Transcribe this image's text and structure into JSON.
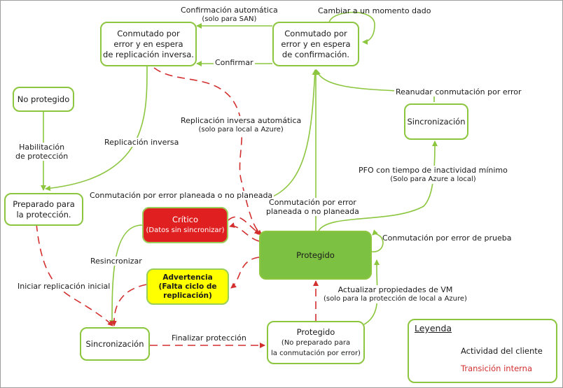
{
  "nodes": {
    "failed_over_reverse": {
      "line1": "Conmutado por",
      "line2": "error y en espera",
      "line3": "de replicación inversa."
    },
    "failed_over_commit": {
      "line1": "Conmutado por",
      "line2": "error y en espera",
      "line3": "de confirmación."
    },
    "not_protected": {
      "line1": "No protegido"
    },
    "sync_top": {
      "line1": "Sincronización"
    },
    "ready_for_protection": {
      "line1": "Preparado para",
      "line2": "la protección."
    },
    "critical": {
      "line1": "Crítico",
      "line2": "(Datos sin sincronizar)"
    },
    "warning": {
      "line1": "Advertencia",
      "line2": "(Falta ciclo de",
      "line3": "replicación)"
    },
    "protected": {
      "line1": "Protegido"
    },
    "sync_bottom": {
      "line1": "Sincronización"
    },
    "protected_not_ready": {
      "line1": "Protegido",
      "line2": "(No preparado para",
      "line3": "la conmutación por error)"
    }
  },
  "labels": {
    "auto_commit": {
      "line1": "Confirmación automática",
      "line2": "(solo para SAN)"
    },
    "change_anytime": "Cambiar a un momento dado",
    "confirm": "Confirmar",
    "resume_failover": "Reanudar conmutación por error",
    "auto_reverse": {
      "line1": "Replicación inversa automática",
      "line2": "(solo para local a Azure)"
    },
    "enable_protection": {
      "line1": "Habilitación",
      "line2": "de protección"
    },
    "reverse_replication": "Replicación inversa",
    "pfo": {
      "line1": "PFO con tiempo de inactividad mínimo",
      "line2": "(Solo para Azure a local)"
    },
    "planned_failover_left": "Conmutación por error planeada o no planeada",
    "planned_failover_right": {
      "line1": "Conmutación por error",
      "line2": "planeada o no planeada"
    },
    "test_failover": "Conmutación por error de prueba",
    "resync": "Resincronizar",
    "initial_replication": "Iniciar replicación inicial",
    "update_vm": {
      "line1": "Actualizar propiedades de VM",
      "line2": "(solo para la protección de local a Azure)"
    },
    "finish_protection": "Finalizar protección"
  },
  "legend": {
    "title": "Leyenda",
    "customer_activity": "Actividad del cliente",
    "internal_transition": "Transición interna"
  },
  "colors": {
    "green_line": "#8cc63f",
    "red_dash": "#d32f2f",
    "critical_fill": "#e02020",
    "warning_fill": "#ffff00",
    "protected_fill": "#7dc142"
  }
}
